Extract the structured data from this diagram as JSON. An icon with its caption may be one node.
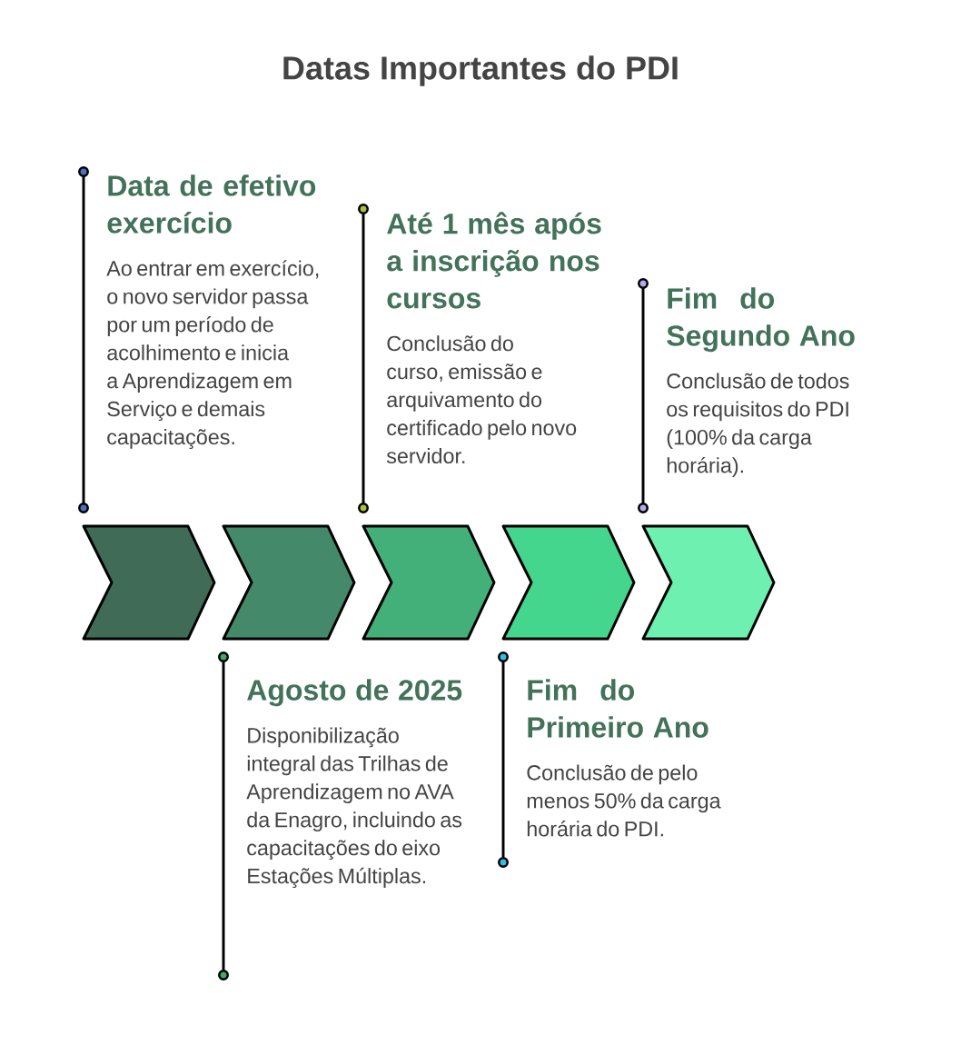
{
  "diagram": {
    "title": "Datas Importantes do PDI",
    "nodes": [
      {
        "text": [
          "Data de efetivo exercício",
          "Ao entrar em exercício, o novo servidor passa por um período de acolhimento e inicia a Aprendizagem em Serviço e demais capacitações."
        ]
      },
      {
        "text": [
          "Agosto de 2025",
          "Disponibilização integral das Trilhas de Aprendizagem no AVA da Enagro, incluindo as capacitações do eixo Estações Múltiplas."
        ]
      },
      {
        "text": [
          "Até 1 mês após a inscrição nos cursos",
          "Conclusão do curso, emissão e arquivamento do certificado pelo novo servidor."
        ]
      },
      {
        "text": [
          "Fim do Primeiro Ano",
          "Conclusão de pelo menos 50% da carga horária do PDI."
        ]
      },
      {
        "text": [
          "Fim do Segundo Ano",
          "Conclusão de todos os requisitos do PDI (100% da carga horária)."
        ]
      }
    ]
  }
}
